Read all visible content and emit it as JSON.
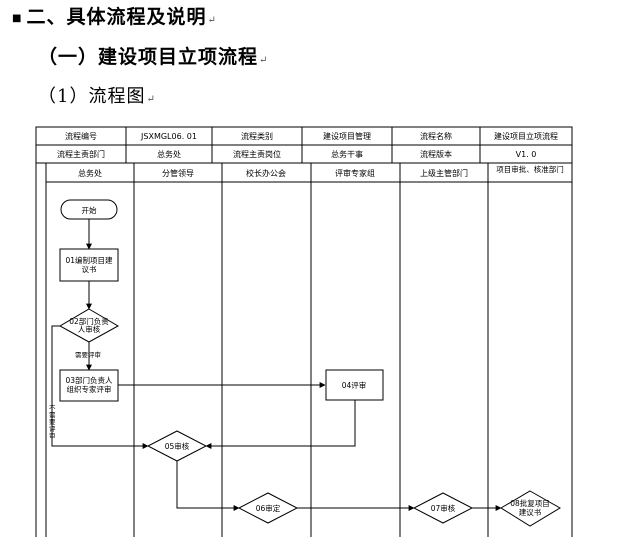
{
  "heading1": {
    "bullet": "■",
    "text": "二、具体流程及说明",
    "mark": "↵"
  },
  "heading2": {
    "text": "（一）建设项目立项流程",
    "mark": "↵"
  },
  "heading3": {
    "text": "（1）流程图",
    "mark": "↵"
  },
  "info_rows": [
    [
      "流程编号",
      "JSXMGL06. 01",
      "流程类别",
      "建设项目管理",
      "流程名称",
      "建设项目立项流程"
    ],
    [
      "流程主责部门",
      "总务处",
      "流程主责岗位",
      "总务干事",
      "流程版本",
      "V1. 0"
    ]
  ],
  "lanes": [
    "总务处",
    "分管领导",
    "校长办公会",
    "评审专家组",
    "上级主管部门",
    "项目审批、核准部门"
  ],
  "nodes": {
    "start": "开始",
    "n01": [
      "01编制项目建",
      "议书"
    ],
    "n02": [
      "02部门负责",
      "人审核"
    ],
    "n03": [
      "03部门负责人",
      "组织专家评审"
    ],
    "n04": "04评审",
    "n05": "05审核",
    "n06": "06审定",
    "n07": "07审核",
    "n08": [
      "08批复项目",
      "建议书"
    ]
  },
  "edge_labels": {
    "need_review": "需要评审",
    "no_review": [
      "不",
      "需",
      "要",
      "评",
      "审"
    ]
  }
}
